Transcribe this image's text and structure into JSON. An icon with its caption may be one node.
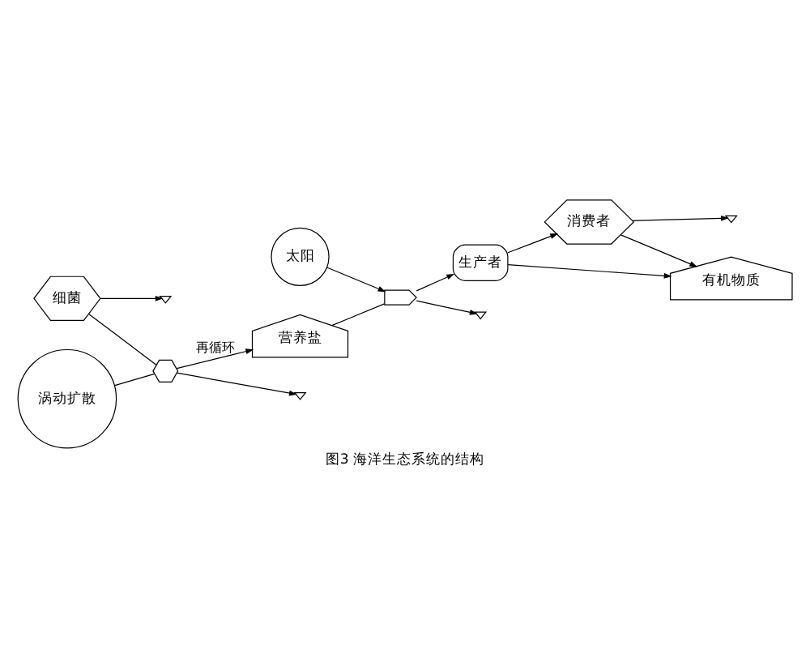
{
  "diagram": {
    "caption": "图3 海洋生态系统的结构",
    "nodes": [
      {
        "text": [
          "太阳"
        ]
      },
      {
        "text": [
          "营养盐"
        ]
      },
      {
        "text": [],
        "shape": "arrow"
      },
      {
        "text": [
          "生产者"
        ]
      },
      {
        "text": [
          "消费者"
        ]
      },
      {
        "text": [
          "有机物质"
        ]
      },
      {
        "text": [
          "细菌"
        ]
      },
      {
        "text": [
          "涡动扩散"
        ]
      },
      {
        "text": [],
        "shape": "hexagon"
      },
      {
        "text": [],
        "shape": "ground"
      },
      {
        "text": [],
        "shape": "ground"
      },
      {
        "text": [],
        "shape": "ground"
      },
      {
        "text": [],
        "shape": "ground"
      }
    ],
    "edges": [
      {
        "from": 0,
        "to": 2,
        "arrow": "to"
      },
      {
        "from": 1,
        "to": 2,
        "arrow": "none"
      },
      {
        "from": 2,
        "to": 3,
        "arrow": "to"
      },
      {
        "from": 2,
        "to": 9,
        "arrow": "to"
      },
      {
        "from": 3,
        "to": 4,
        "arrow": "to"
      },
      {
        "from": 3,
        "to": 5,
        "arrow": "to"
      },
      {
        "from": 4,
        "to": 5,
        "arrow": "to"
      },
      {
        "from": 4,
        "to": 10,
        "arrow": "to"
      },
      {
        "from": 6,
        "to": 11,
        "arrow": "to"
      },
      {
        "from": 6,
        "to": 8,
        "arrow": "none"
      },
      {
        "from": 7,
        "to": 8,
        "arrow": "none"
      },
      {
        "from": 8,
        "to": 12,
        "arrow": "to"
      },
      {
        "from": 8,
        "to": 1,
        "arrow": "to",
        "label": "再循环"
      }
    ]
  }
}
